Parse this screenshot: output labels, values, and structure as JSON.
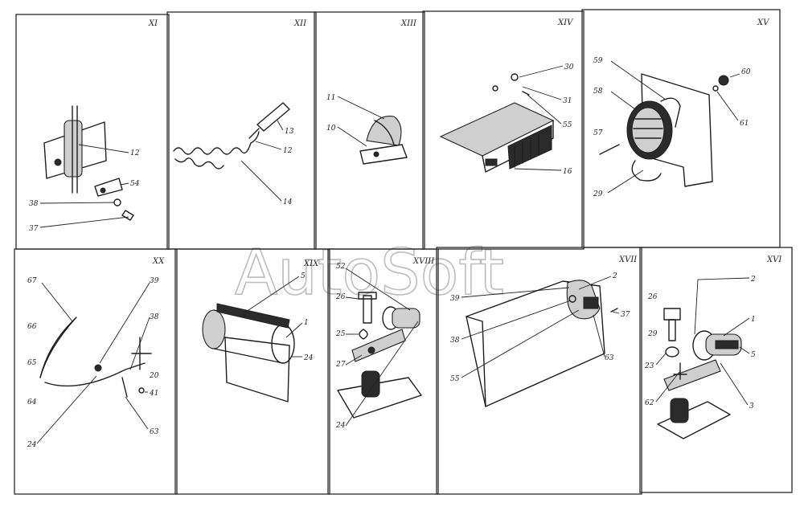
{
  "watermark": "AutoSoft",
  "panels": {
    "xi": {
      "numeral": "XI",
      "labels": {
        "a": "12",
        "b": "54",
        "c": "38",
        "d": "37"
      }
    },
    "xii": {
      "numeral": "XII",
      "labels": {
        "a": "13",
        "b": "12",
        "c": "14"
      }
    },
    "xiii": {
      "numeral": "XIII",
      "labels": {
        "a": "11",
        "b": "10"
      }
    },
    "xiv": {
      "numeral": "XIV",
      "labels": {
        "a": "30",
        "b": "31",
        "c": "55",
        "d": "16"
      }
    },
    "xv": {
      "numeral": "XV",
      "labels": {
        "a": "59",
        "b": "58",
        "c": "57",
        "d": "29",
        "e": "60",
        "f": "61"
      }
    },
    "xx": {
      "numeral": "XX",
      "labels": {
        "a": "67",
        "b": "39",
        "c": "38",
        "d": "66",
        "e": "65",
        "f": "20",
        "g": "64",
        "h": "41",
        "i": "24",
        "j": "63"
      }
    },
    "xix": {
      "numeral": "XIX",
      "labels": {
        "a": "5",
        "b": "1",
        "c": "24"
      }
    },
    "xviii": {
      "numeral": "XVIII",
      "labels": {
        "a": "52",
        "b": "26",
        "c": "25",
        "d": "27",
        "e": "24"
      }
    },
    "xvii": {
      "numeral": "XVII",
      "labels": {
        "a": "2",
        "b": "39",
        "c": "37",
        "d": "38",
        "e": "55",
        "f": "63"
      }
    },
    "xvi": {
      "numeral": "XVI",
      "labels": {
        "a": "2",
        "b": "26",
        "c": "1",
        "d": "29",
        "e": "5",
        "f": "23",
        "g": "62",
        "h": "3"
      }
    }
  }
}
